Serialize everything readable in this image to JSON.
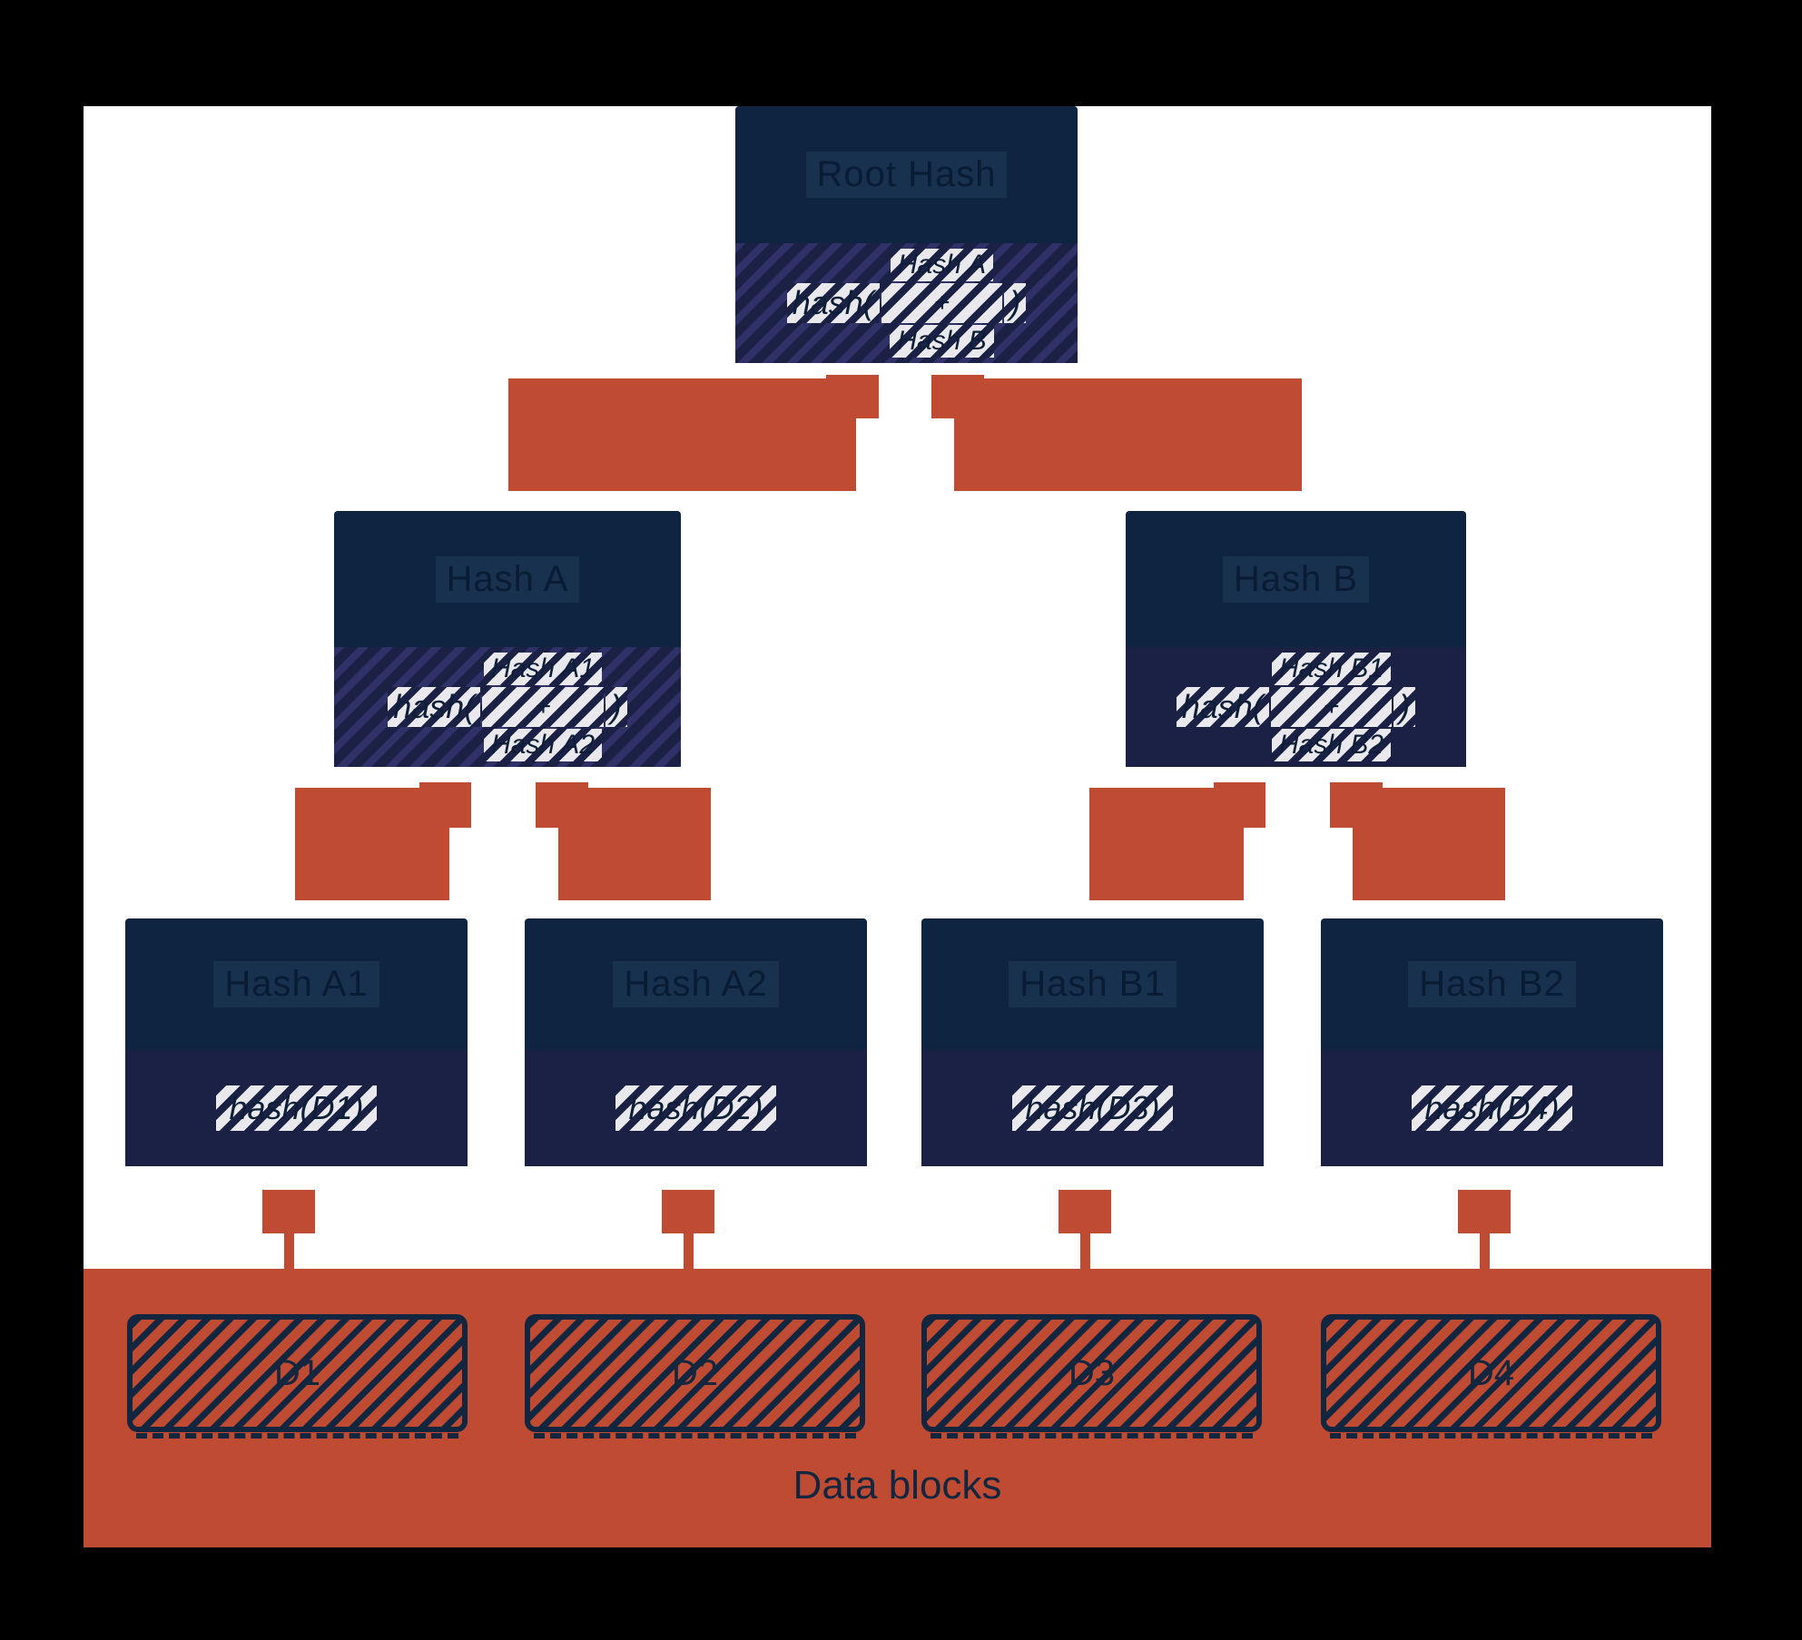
{
  "palette": {
    "background": "#000000",
    "canvas": "#ffffff",
    "node_navy": "#0f2440",
    "node_section_navy": "#1b2144",
    "accent_terracotta": "#bf4b32",
    "hatch_light": "#e9e9ed",
    "text_navy": "#0a1c33"
  },
  "tree": {
    "root": {
      "title": "Root Hash",
      "formula": {
        "prefix": "hash(",
        "top": "Hash A",
        "operator": "+",
        "bottom": "Hash B",
        "suffix": ")"
      }
    },
    "branches": [
      {
        "title": "Hash A",
        "formula": {
          "prefix": "hash(",
          "top": "Hash A1",
          "operator": "+",
          "bottom": "Hash A2",
          "suffix": ")"
        }
      },
      {
        "title": "Hash B",
        "formula": {
          "prefix": "hash(",
          "top": "Hash B1",
          "operator": "+",
          "bottom": "Hash B2",
          "suffix": ")"
        }
      }
    ],
    "leaves": [
      {
        "title": "Hash A1",
        "formula_text": "hash(D1)"
      },
      {
        "title": "Hash A2",
        "formula_text": "hash(D2)"
      },
      {
        "title": "Hash B1",
        "formula_text": "hash(D3)"
      },
      {
        "title": "Hash B2",
        "formula_text": "hash(D4)"
      }
    ]
  },
  "data_blocks": {
    "caption": "Data blocks",
    "labels": [
      "D1",
      "D2",
      "D3",
      "D4"
    ]
  }
}
